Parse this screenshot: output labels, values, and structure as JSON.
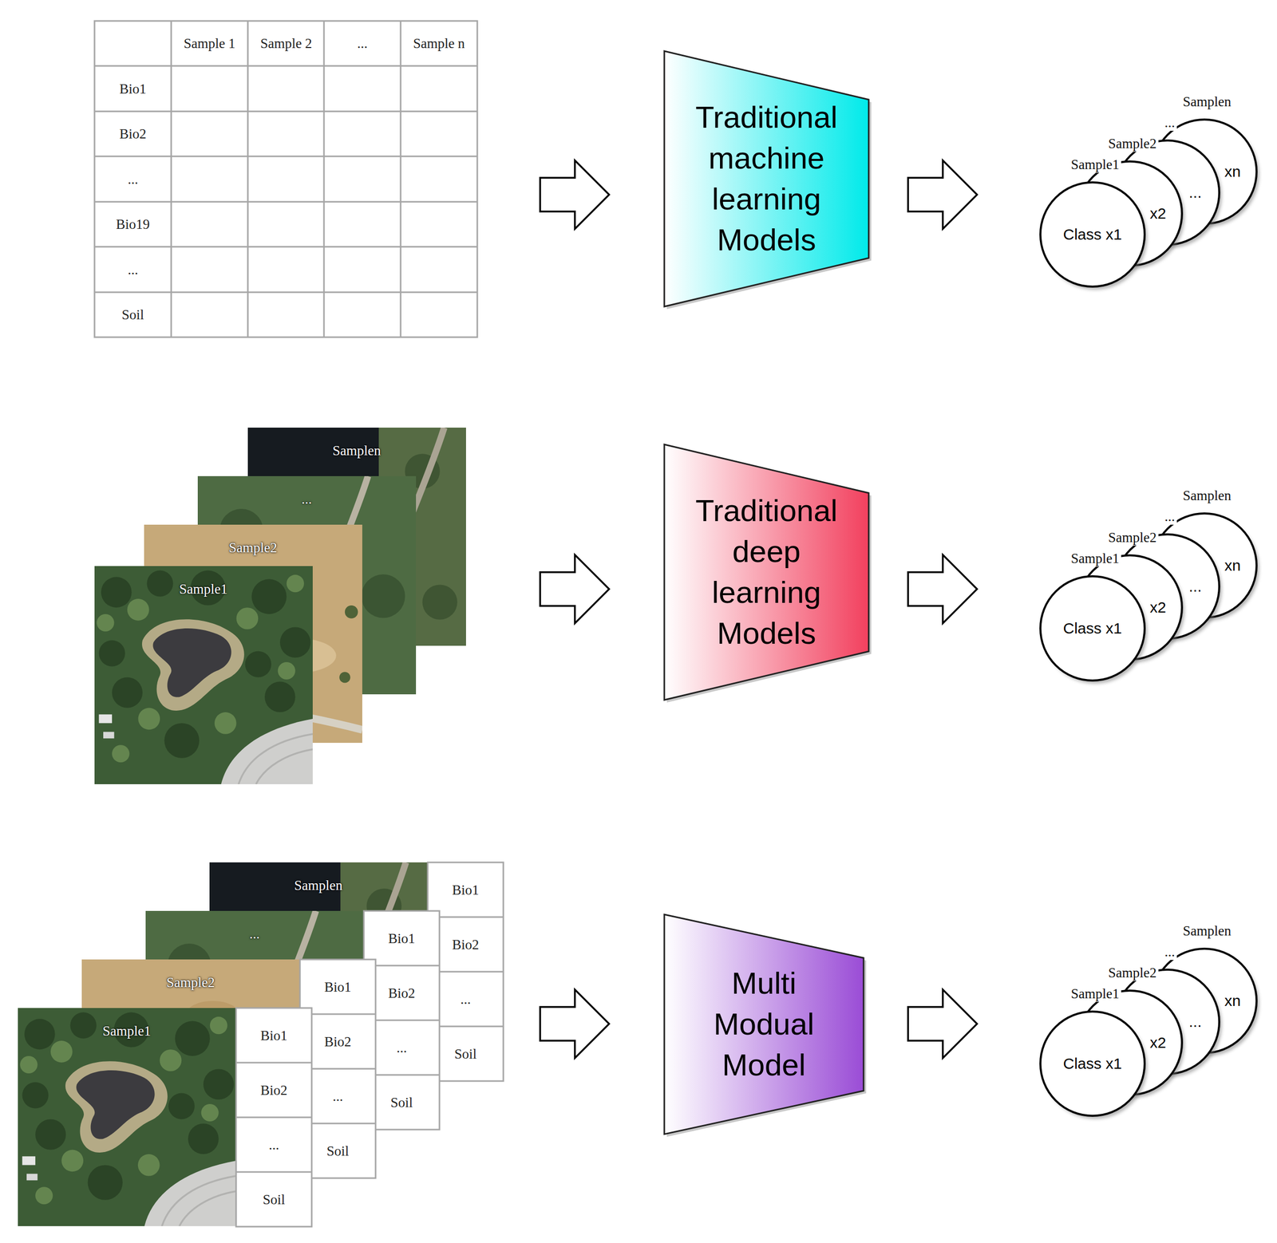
{
  "diagram": {
    "nodes": [
      {
        "text": [
          "Traditional machine learning Models"
        ]
      },
      {
        "text": [
          "Sample1",
          "Class x1"
        ]
      },
      {
        "text": [
          "Sample2",
          "x2"
        ]
      },
      {
        "text": [
          "...",
          "..."
        ]
      },
      {
        "text": [
          "Samplen",
          "xn"
        ]
      },
      {
        "text": [
          "Traditional deep learning Models"
        ]
      },
      {
        "text": [
          "Sample1",
          "Class x1"
        ]
      },
      {
        "text": [
          "Sample2",
          "x2"
        ]
      },
      {
        "text": [
          "...",
          "..."
        ]
      },
      {
        "text": [
          "Samplen",
          "xn"
        ]
      },
      {
        "text": [
          "Multi Modual Model"
        ]
      },
      {
        "text": [
          "Sample1",
          "Class x1"
        ]
      },
      {
        "text": [
          "Sample2",
          "x2"
        ]
      },
      {
        "text": [
          "...",
          "..."
        ]
      },
      {
        "text": [
          "Samplen",
          "xn"
        ]
      }
    ],
    "labels": [
      "Sample 1",
      "Sample 2",
      "...",
      "Sample n",
      "Bio1",
      "Bio2",
      "...",
      "Bio19",
      "...",
      "Soil",
      "Sample1",
      "Sample2",
      "...",
      "Samplen",
      "Sample1",
      "Sample2",
      "...",
      "Samplen",
      "Bio1",
      "Bio2",
      "...",
      "Soil",
      "Bio1",
      "Bio2",
      "...",
      "Soil",
      "Bio1",
      "Bio2",
      "...",
      "Soil",
      "Bio1",
      "Bio2",
      "...",
      "Soil"
    ]
  }
}
